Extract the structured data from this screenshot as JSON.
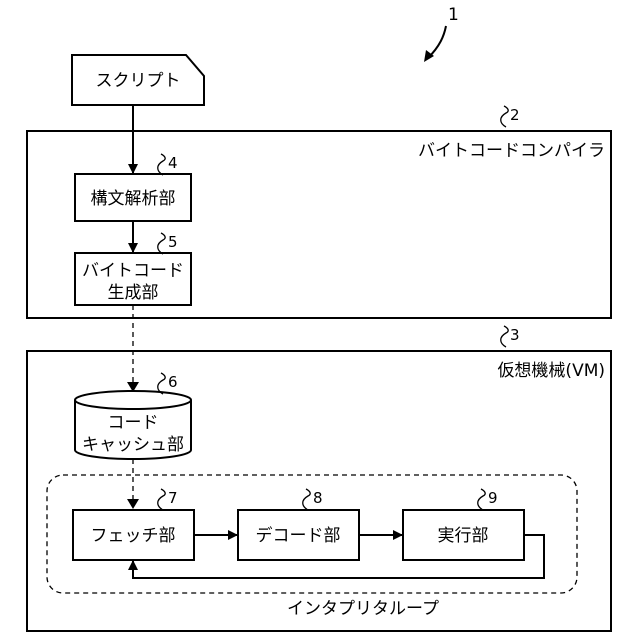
{
  "figure_number": "1",
  "script": {
    "label": "スクリプト"
  },
  "compiler": {
    "label": "バイトコードコンパイラ",
    "ref": "2"
  },
  "parser": {
    "label": "構文解析部",
    "ref": "4"
  },
  "bytecode_gen": {
    "label_line1": "バイトコード",
    "label_line2": "生成部",
    "ref": "5"
  },
  "vm": {
    "label": "仮想機械(VM)",
    "ref": "3"
  },
  "code_cache": {
    "label_line1": "コード",
    "label_line2": "キャッシュ部",
    "ref": "6"
  },
  "fetch": {
    "label": "フェッチ部",
    "ref": "7"
  },
  "decode": {
    "label": "デコード部",
    "ref": "8"
  },
  "execute": {
    "label": "実行部",
    "ref": "9"
  },
  "interpreter_loop": {
    "label": "インタプリタループ"
  }
}
